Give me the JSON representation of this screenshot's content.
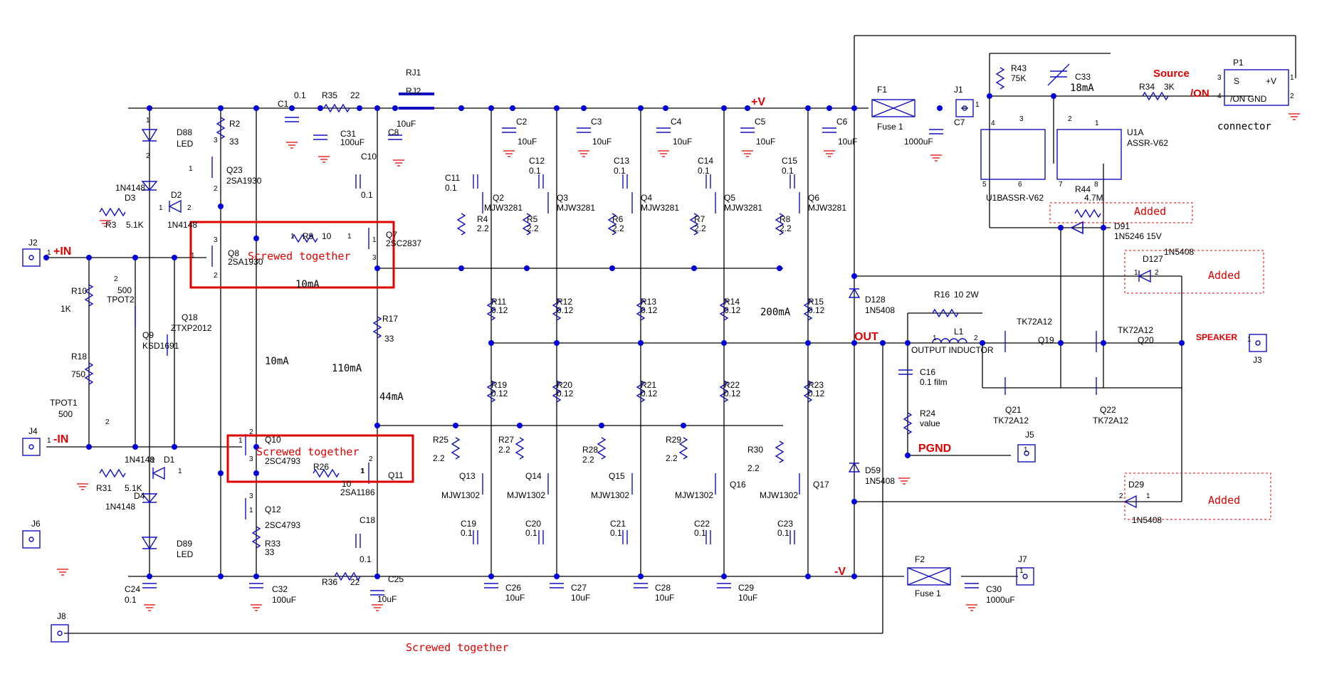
{
  "title": "",
  "rails": {
    "pos": "+V",
    "neg": "-V",
    "out": "OUT",
    "pgnd": "PGND",
    "pin": "+IN",
    "nin": "-IN"
  },
  "annotations": {
    "screwed1": "Screwed together",
    "screwed2": "Screwed together",
    "screwed3": "Screwed together",
    "added1": "Added",
    "added2": "Added",
    "added3": "Added",
    "source": "Source",
    "on": "/ON",
    "connector": "connector",
    "cur_10ma_a": "10mA",
    "cur_10ma_b": "10mA",
    "cur_110ma": "110mA",
    "cur_44ma": "44mA",
    "cur_200ma": "200mA",
    "cur_18ma": "18mA"
  },
  "parts": {
    "R2": "R2",
    "R2v": "33",
    "Q23": "Q23",
    "Q23v": "2SA1930",
    "D88": "D88",
    "D88v": "LED",
    "D3": "D3",
    "D3v": "1N4148",
    "D2": "D2",
    "D2v": "1N4148",
    "R3": "R3",
    "R3v": "5.1K",
    "C1": "C1",
    "C1v": "0.1",
    "R35": "R35",
    "R35v": "22",
    "C31": "C31",
    "C31v": "100uF",
    "RJ1": "RJ1",
    "RJ2": "RJ2",
    "C8": "C8",
    "C8v": "10uF",
    "C10": "C10",
    "C10v": "0.1",
    "Q7": "Q7",
    "Q7v": "2SC2837",
    "R9": "R9",
    "R9v": "10",
    "Q8": "Q8",
    "Q8v": "2SA1930",
    "J2": "J2",
    "R10": "R10",
    "R10v": "1K",
    "TPOT2": "TPOT2",
    "TPOT2v": "500",
    "Q18": "Q18",
    "Q18v": "ZTXP2012",
    "Q9": "Q9",
    "Q9v": "KSD1691",
    "R18": "R18",
    "R18v": "750",
    "TPOT1": "TPOT1",
    "TPOT1v": "500",
    "J4": "J4",
    "R17": "R17",
    "R17v": "33",
    "Q10": "Q10",
    "Q10v": "2SC4793",
    "R26": "R26",
    "R26v": "10",
    "Q11": "Q11",
    "Q11v": "2SA1186",
    "D1": "D1",
    "D1v": "1N4148",
    "R31": "R31",
    "R31v": "5.1K",
    "D4": "D4",
    "D4v": "1N4148",
    "Q12": "Q12",
    "Q12v": "2SC4793",
    "R33": "R33",
    "R33v": "33",
    "D89": "D89",
    "D89v": "LED",
    "C18": "C18",
    "C18v": "0.1",
    "J6": "J6",
    "C24": "C24",
    "C24v": "0.1",
    "C32": "C32",
    "C32v": "100uF",
    "R36": "R36",
    "R36v": "22",
    "C25": "C25",
    "C25v": "10uF",
    "J8": "J8",
    "C2": "C2",
    "C2v": "10uF",
    "C3": "C3",
    "C3v": "10uF",
    "C4": "C4",
    "C4v": "10uF",
    "C5": "C5",
    "C5v": "10uF",
    "C6": "C6",
    "C6v": "10uF",
    "C11": "C11",
    "C11v": "0.1",
    "C12": "C12",
    "C12v": "0.1",
    "C13": "C13",
    "C13v": "0.1",
    "C14": "C14",
    "C14v": "0.1",
    "C15": "C15",
    "C15v": "0.1",
    "Q2": "Q2",
    "Q3": "Q3",
    "Q4": "Q4",
    "Q5": "Q5",
    "Q6": "Q6",
    "Qpv": "MJW3281",
    "R4": "R4",
    "R5": "R5",
    "R6": "R6",
    "R7": "R7",
    "R8": "R8",
    "Rbv": "2.2",
    "R11": "R11",
    "R12": "R12",
    "R13": "R13",
    "R14": "R14",
    "R15": "R15",
    "R19": "R19",
    "R20": "R20",
    "R21": "R21",
    "R22": "R22",
    "R23": "R23",
    "Rev": "0.12",
    "R25": "R25",
    "R27": "R27",
    "R28": "R28",
    "R29": "R29",
    "R30": "R30",
    "Q13": "Q13",
    "Q14": "Q14",
    "Q15": "Q15",
    "Q16": "Q16",
    "Q17": "Q17",
    "Qnv": "MJW1302",
    "C19": "C19",
    "C20": "C20",
    "C21": "C21",
    "C22": "C22",
    "C23": "C23",
    "Cnv": "0.1",
    "C26": "C26",
    "C27": "C27",
    "C28": "C28",
    "C29": "C29",
    "F1": "F1",
    "F1v": "Fuse 1",
    "J1": "J1",
    "C7": "C7",
    "C7v": "1000uF",
    "F2": "F2",
    "F2v": "Fuse 1",
    "J7": "J7",
    "C30": "C30",
    "C30v": "1000uF",
    "R43": "R43",
    "R43v": "75K",
    "C33": "C33",
    "R34": "R34",
    "R34v": "3K",
    "P1": "P1",
    "P1s": "S",
    "P1v": "+V",
    "P1on": "/ON GND",
    "U1A": "U1A",
    "U1Av": "ASSR-V62",
    "U1B": "U1B",
    "U1Bv": "ASSR-V62",
    "R44": "R44",
    "R44v": "4.7M",
    "D91": "D91",
    "D91v": "1N5246 15V",
    "D127": "D127",
    "D127v": "1N5408",
    "D128": "D128",
    "D128v": "1N5408",
    "R16": "R16",
    "R16v": "10 2W",
    "L1": "L1",
    "L1v": "OUTPUT INDUCTOR",
    "Q19": "Q19",
    "Q20": "Q20",
    "Q21": "Q21",
    "Q22": "Q22",
    "Qmv": "TK72A12",
    "C16": "C16",
    "C16v": "0.1 film",
    "R24": "R24",
    "R24v": "value",
    "SPK": "SPEAKER",
    "J3": "J3",
    "J5": "J5",
    "D59": "D59",
    "D59v": "1N5408",
    "D29": "D29",
    "D29v": "1N5408"
  }
}
